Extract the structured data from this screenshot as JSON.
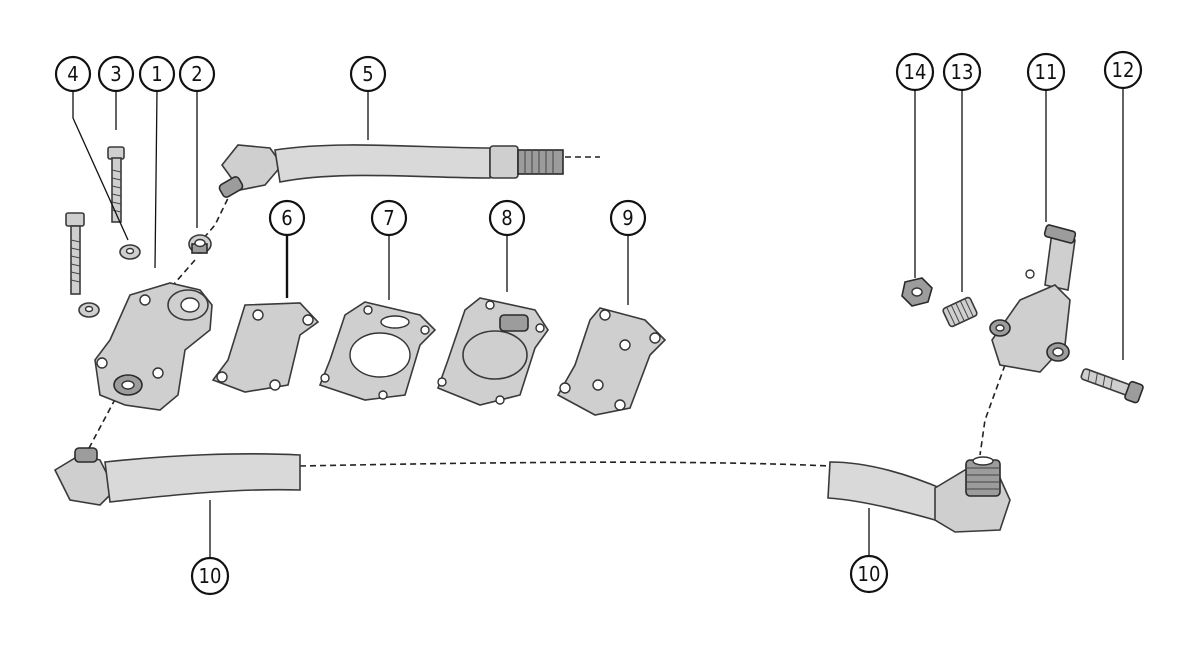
{
  "callouts": [
    {
      "id": "c4",
      "label": "4"
    },
    {
      "id": "c3",
      "label": "3"
    },
    {
      "id": "c1",
      "label": "1"
    },
    {
      "id": "c2",
      "label": "2"
    },
    {
      "id": "c5",
      "label": "5"
    },
    {
      "id": "c6",
      "label": "6"
    },
    {
      "id": "c7",
      "label": "7"
    },
    {
      "id": "c8",
      "label": "8"
    },
    {
      "id": "c9",
      "label": "9"
    },
    {
      "id": "c10a",
      "label": "10"
    },
    {
      "id": "c10b",
      "label": "10"
    },
    {
      "id": "c14",
      "label": "14"
    },
    {
      "id": "c13",
      "label": "13"
    },
    {
      "id": "c11",
      "label": "11"
    },
    {
      "id": "c12",
      "label": "12"
    }
  ]
}
